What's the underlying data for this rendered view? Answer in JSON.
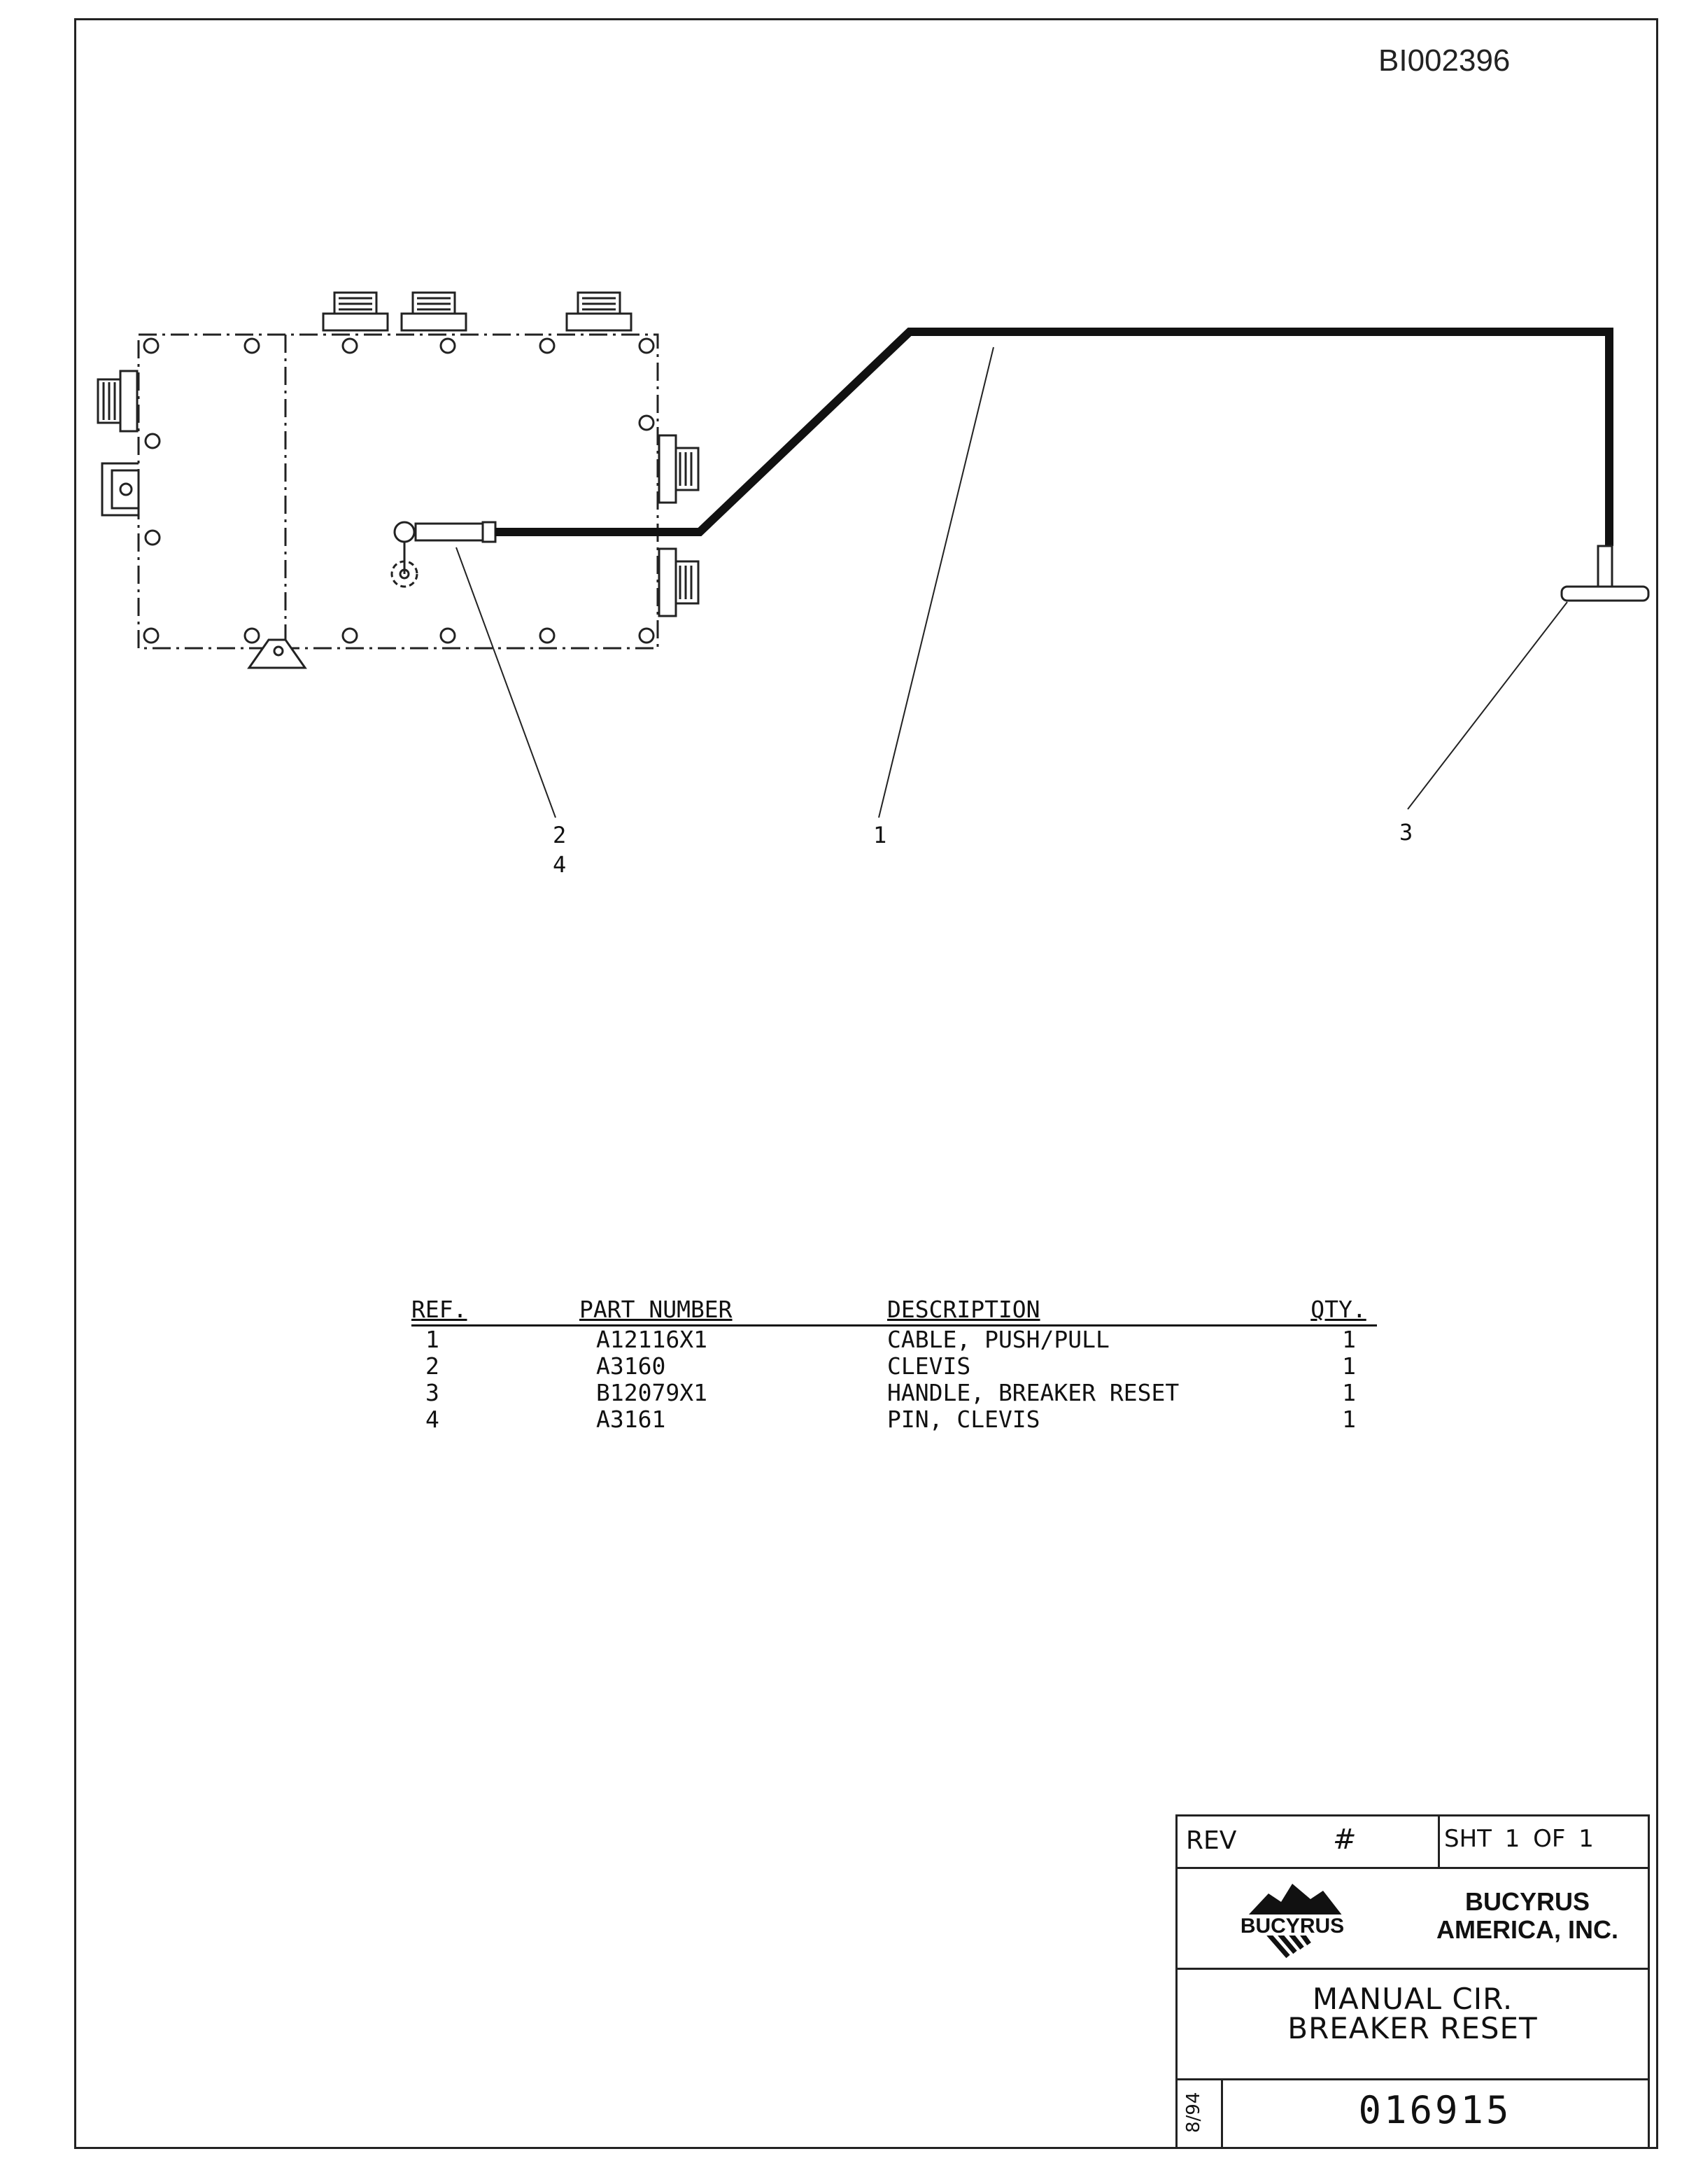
{
  "drawing_id": "BI002396",
  "callouts": {
    "ref_2": "2",
    "ref_4": "4",
    "ref_1": "1",
    "ref_3": "3"
  },
  "parts_list": {
    "headers": {
      "ref": "REF.",
      "part_number": "PART NUMBER",
      "description": "DESCRIPTION",
      "qty": "QTY."
    },
    "rows": [
      {
        "ref": "1",
        "part_number": "A12116X1",
        "description": "CABLE, PUSH/PULL",
        "qty": "1"
      },
      {
        "ref": "2",
        "part_number": "A3160",
        "description": "CLEVIS",
        "qty": "1"
      },
      {
        "ref": "3",
        "part_number": "B12079X1",
        "description": "HANDLE, BREAKER RESET",
        "qty": "1"
      },
      {
        "ref": "4",
        "part_number": "A3161",
        "description": "PIN, CLEVIS",
        "qty": "1"
      }
    ]
  },
  "title_block": {
    "rev_label": "REV",
    "rev_value": "#",
    "sheet": "SHT 1 OF 1",
    "logo_text": "BUCYRUS",
    "company_line1": "BUCYRUS",
    "company_line2": "AMERICA, INC.",
    "title_line1": "MANUAL CIR.",
    "title_line2": "BREAKER RESET",
    "date": "8/94",
    "drawing_number": "016915"
  }
}
